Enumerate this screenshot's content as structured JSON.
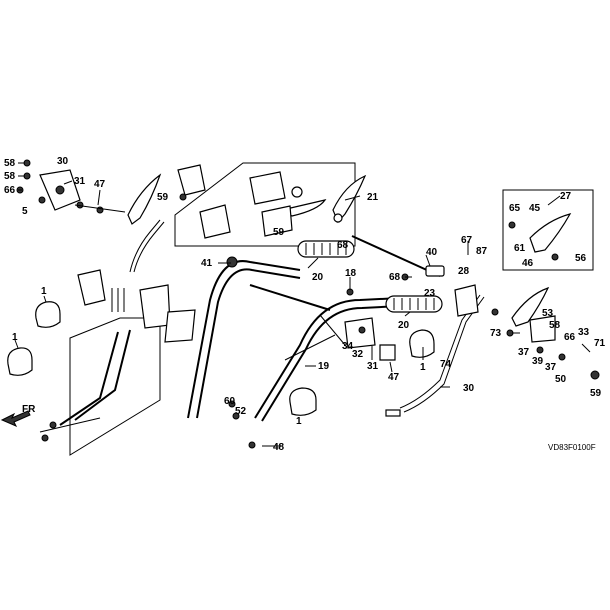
{
  "diagram": {
    "code": "VD83F0100F",
    "direction_label": "FR",
    "callouts": [
      {
        "id": "c58a",
        "text": "58"
      },
      {
        "id": "c30",
        "text": "30"
      },
      {
        "id": "c58b",
        "text": "58"
      },
      {
        "id": "c31a",
        "text": "31"
      },
      {
        "id": "c66a",
        "text": "66"
      },
      {
        "id": "c47a",
        "text": "47"
      },
      {
        "id": "c5a",
        "text": "5"
      },
      {
        "id": "c59a",
        "text": "59"
      },
      {
        "id": "c59b",
        "text": "59"
      },
      {
        "id": "c21",
        "text": "21"
      },
      {
        "id": "c68a",
        "text": "68"
      },
      {
        "id": "c27",
        "text": "27"
      },
      {
        "id": "c65",
        "text": "65"
      },
      {
        "id": "c45",
        "text": "45"
      },
      {
        "id": "c61",
        "text": "61"
      },
      {
        "id": "c46",
        "text": "46"
      },
      {
        "id": "c56",
        "text": "56"
      },
      {
        "id": "c41",
        "text": "41"
      },
      {
        "id": "c20a",
        "text": "20"
      },
      {
        "id": "c40",
        "text": "40"
      },
      {
        "id": "c67",
        "text": "67"
      },
      {
        "id": "c87",
        "text": "87"
      },
      {
        "id": "c68b",
        "text": "68"
      },
      {
        "id": "c28",
        "text": "28"
      },
      {
        "id": "c18",
        "text": "18"
      },
      {
        "id": "c1a",
        "text": "1"
      },
      {
        "id": "c23",
        "text": "23"
      },
      {
        "id": "c20b",
        "text": "20"
      },
      {
        "id": "c73",
        "text": "73"
      },
      {
        "id": "c53",
        "text": "53"
      },
      {
        "id": "c58c",
        "text": "58"
      },
      {
        "id": "c66b",
        "text": "66"
      },
      {
        "id": "c33",
        "text": "33"
      },
      {
        "id": "c1b",
        "text": "1"
      },
      {
        "id": "c34",
        "text": "34"
      },
      {
        "id": "c32",
        "text": "32"
      },
      {
        "id": "c31b",
        "text": "31"
      },
      {
        "id": "c47b",
        "text": "47"
      },
      {
        "id": "c1c",
        "text": "1"
      },
      {
        "id": "c74",
        "text": "74"
      },
      {
        "id": "c37a",
        "text": "37"
      },
      {
        "id": "c39",
        "text": "39"
      },
      {
        "id": "c37b",
        "text": "37"
      },
      {
        "id": "c50",
        "text": "50"
      },
      {
        "id": "c71",
        "text": "71"
      },
      {
        "id": "c19",
        "text": "19"
      },
      {
        "id": "c30b",
        "text": "30"
      },
      {
        "id": "c59c",
        "text": "59"
      },
      {
        "id": "c60",
        "text": "60"
      },
      {
        "id": "c52",
        "text": "52"
      },
      {
        "id": "c1d",
        "text": "1"
      },
      {
        "id": "c48",
        "text": "48"
      }
    ]
  }
}
